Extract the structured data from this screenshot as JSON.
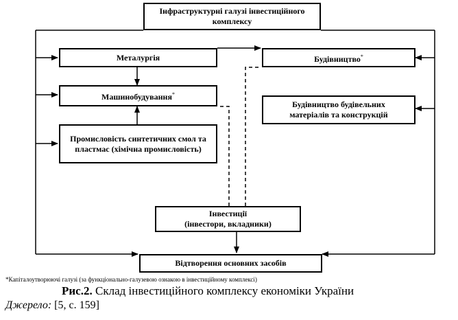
{
  "boxes": {
    "infrastructure": "Інфраструктурні галузі інвестиційного комплексу",
    "metallurgy": "Металургія",
    "machinebuilding": "Машинобудування",
    "machinebuilding_mark": "*",
    "synthetic": "Промисловість синтетичних смол та пластмас (хімічна промисловість)",
    "construction": "Будівництво",
    "construction_mark": "*",
    "building_materials": "Будівництво будівельних матеріалів та конструкцій",
    "investments_line1": "Інвестиції",
    "investments_line2": "(інвестори, вкладники)",
    "reproduction": "Відтворення основних засобів"
  },
  "footnote": "*Капіталоутворюючі галузі (за функціонально-галузевою ознакою в інвестиційному комплексі)",
  "caption": {
    "prefix": "Рис.2.",
    "text": " Склад інвестиційного комплексу економіки України"
  },
  "source": {
    "label": "Джерело:",
    "value": " [5, с. 159]"
  }
}
